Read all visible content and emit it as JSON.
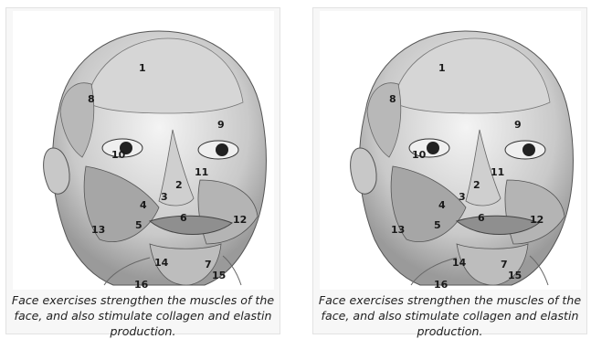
{
  "panels": [
    {
      "caption": "Face exercises strengthen the muscles of the face, and also stimulate collagen and elastin production.",
      "labels": [
        "1",
        "2",
        "3",
        "4",
        "5",
        "6",
        "7",
        "8",
        "9",
        "10",
        "11",
        "12",
        "13",
        "14",
        "15",
        "16"
      ]
    },
    {
      "caption": "Face exercises strengthen the muscles of the face, and also stimulate collagen and elastin production.",
      "labels": [
        "1",
        "2",
        "3",
        "4",
        "5",
        "6",
        "7",
        "8",
        "9",
        "10",
        "11",
        "12",
        "13",
        "14",
        "15",
        "16"
      ]
    }
  ],
  "colors": {
    "panel_bg": "#f7f7f7",
    "muscle_light": "#dcdcdc",
    "muscle_mid": "#a9a9a9",
    "muscle_dark": "#6e6e6e",
    "label_text": "#1a1a1a"
  }
}
